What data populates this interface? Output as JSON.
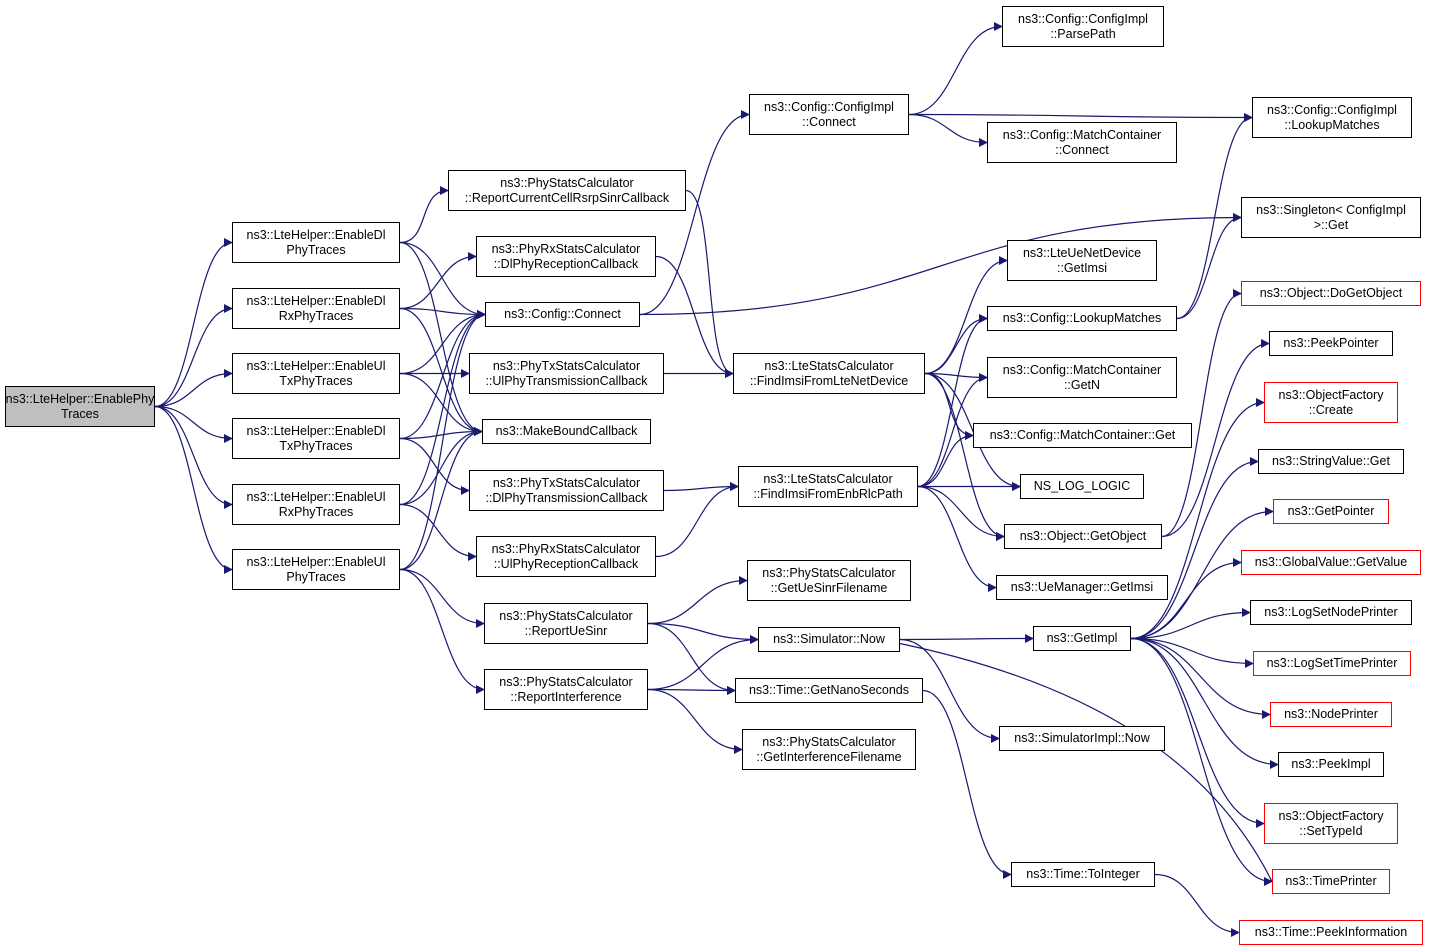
{
  "diagram": {
    "colors": {
      "edge": "#191970",
      "node_border": "#000000",
      "node_border_missing_docs": "#ff0000",
      "root_fill": "#bfbfbf"
    },
    "nodes": [
      {
        "id": "root",
        "lines": [
          "ns3::LteHelper::EnablePhy",
          "Traces"
        ],
        "root": true
      },
      {
        "id": "dl_phy",
        "lines": [
          "ns3::LteHelper::EnableDl",
          "PhyTraces"
        ]
      },
      {
        "id": "dl_rx",
        "lines": [
          "ns3::LteHelper::EnableDl",
          "RxPhyTraces"
        ]
      },
      {
        "id": "ul_tx",
        "lines": [
          "ns3::LteHelper::EnableUl",
          "TxPhyTraces"
        ]
      },
      {
        "id": "dl_tx",
        "lines": [
          "ns3::LteHelper::EnableDl",
          "TxPhyTraces"
        ]
      },
      {
        "id": "ul_rx",
        "lines": [
          "ns3::LteHelper::EnableUl",
          "RxPhyTraces"
        ]
      },
      {
        "id": "ul_phy",
        "lines": [
          "ns3::LteHelper::EnableUl",
          "PhyTraces"
        ]
      },
      {
        "id": "rep_rsrp",
        "lines": [
          "ns3::PhyStatsCalculator",
          "::ReportCurrentCellRsrpSinrCallback"
        ]
      },
      {
        "id": "dl_phy_rx_cb",
        "lines": [
          "ns3::PhyRxStatsCalculator",
          "::DlPhyReceptionCallback"
        ]
      },
      {
        "id": "cfg_connect",
        "lines": [
          "ns3::Config::Connect"
        ]
      },
      {
        "id": "ul_phy_tx_cb",
        "lines": [
          "ns3::PhyTxStatsCalculator",
          "::UlPhyTransmissionCallback"
        ]
      },
      {
        "id": "make_bound",
        "lines": [
          "ns3::MakeBoundCallback"
        ]
      },
      {
        "id": "dl_phy_tx_cb",
        "lines": [
          "ns3::PhyTxStatsCalculator",
          "::DlPhyTransmissionCallback"
        ]
      },
      {
        "id": "ul_phy_rx_cb",
        "lines": [
          "ns3::PhyRxStatsCalculator",
          "::UlPhyReceptionCallback"
        ]
      },
      {
        "id": "rep_ue_sinr",
        "lines": [
          "ns3::PhyStatsCalculator",
          "::ReportUeSinr"
        ]
      },
      {
        "id": "rep_interf",
        "lines": [
          "ns3::PhyStatsCalculator",
          "::ReportInterference"
        ]
      },
      {
        "id": "cfgimpl_connect",
        "lines": [
          "ns3::Config::ConfigImpl",
          "::Connect"
        ]
      },
      {
        "id": "find_lte",
        "lines": [
          "ns3::LteStatsCalculator",
          "::FindImsiFromLteNetDevice"
        ]
      },
      {
        "id": "find_enb",
        "lines": [
          "ns3::LteStatsCalculator",
          "::FindImsiFromEnbRlcPath"
        ]
      },
      {
        "id": "get_ue_sinr_fn",
        "lines": [
          "ns3::PhyStatsCalculator",
          "::GetUeSinrFilename"
        ]
      },
      {
        "id": "sim_now",
        "lines": [
          "ns3::Simulator::Now"
        ]
      },
      {
        "id": "get_nano",
        "lines": [
          "ns3::Time::GetNanoSeconds"
        ]
      },
      {
        "id": "get_interf_fn",
        "lines": [
          "ns3::PhyStatsCalculator",
          "::GetInterferenceFilename"
        ]
      },
      {
        "id": "parse_path",
        "lines": [
          "ns3::Config::ConfigImpl",
          "::ParsePath"
        ]
      },
      {
        "id": "mc_connect",
        "lines": [
          "ns3::Config::MatchContainer",
          "::Connect"
        ]
      },
      {
        "id": "ue_getimsi",
        "lines": [
          "ns3::LteUeNetDevice",
          "::GetImsi"
        ]
      },
      {
        "id": "cfg_lookup",
        "lines": [
          "ns3::Config::LookupMatches"
        ]
      },
      {
        "id": "mc_getn",
        "lines": [
          "ns3::Config::MatchContainer",
          "::GetN"
        ]
      },
      {
        "id": "mc_get",
        "lines": [
          "ns3::Config::MatchContainer::Get"
        ]
      },
      {
        "id": "ns_log",
        "lines": [
          "NS_LOG_LOGIC"
        ]
      },
      {
        "id": "obj_getobject",
        "lines": [
          "ns3::Object::GetObject"
        ]
      },
      {
        "id": "uemgr_getimsi",
        "lines": [
          "ns3::UeManager::GetImsi"
        ]
      },
      {
        "id": "get_impl",
        "lines": [
          "ns3::GetImpl"
        ]
      },
      {
        "id": "simimpl_now",
        "lines": [
          "ns3::SimulatorImpl::Now"
        ]
      },
      {
        "id": "time_tointeger",
        "lines": [
          "ns3::Time::ToInteger"
        ]
      },
      {
        "id": "cfgimpl_lookup",
        "lines": [
          "ns3::Config::ConfigImpl",
          "::LookupMatches"
        ]
      },
      {
        "id": "singleton_get",
        "lines": [
          "ns3::Singleton< ConfigImpl",
          ">::Get"
        ]
      },
      {
        "id": "obj_dogetobject",
        "lines": [
          "ns3::Object::DoGetObject"
        ],
        "missing_docs": true
      },
      {
        "id": "peek_pointer",
        "lines": [
          "ns3::PeekPointer"
        ]
      },
      {
        "id": "objfactory_create",
        "lines": [
          "ns3::ObjectFactory",
          "::Create"
        ],
        "missing_docs": true
      },
      {
        "id": "stringvalue_get",
        "lines": [
          "ns3::StringValue::Get"
        ]
      },
      {
        "id": "get_pointer",
        "lines": [
          "ns3::GetPointer"
        ],
        "missing_docs": true
      },
      {
        "id": "globalvalue_getvalue",
        "lines": [
          "ns3::GlobalValue::GetValue"
        ],
        "missing_docs": true
      },
      {
        "id": "logset_node",
        "lines": [
          "ns3::LogSetNodePrinter"
        ]
      },
      {
        "id": "logset_time",
        "lines": [
          "ns3::LogSetTimePrinter"
        ],
        "missing_docs": true
      },
      {
        "id": "node_printer",
        "lines": [
          "ns3::NodePrinter"
        ],
        "missing_docs": true
      },
      {
        "id": "peek_impl",
        "lines": [
          "ns3::PeekImpl"
        ]
      },
      {
        "id": "objfactory_settypeid",
        "lines": [
          "ns3::ObjectFactory",
          "::SetTypeId"
        ],
        "missing_docs": true
      },
      {
        "id": "time_printer",
        "lines": [
          "ns3::TimePrinter"
        ],
        "missing_docs": true
      },
      {
        "id": "time_peekinfo",
        "lines": [
          "ns3::Time::PeekInformation"
        ],
        "missing_docs": true
      }
    ],
    "edges": [
      [
        "root",
        "dl_phy"
      ],
      [
        "root",
        "dl_rx"
      ],
      [
        "root",
        "ul_tx"
      ],
      [
        "root",
        "dl_tx"
      ],
      [
        "root",
        "ul_rx"
      ],
      [
        "root",
        "ul_phy"
      ],
      [
        "dl_phy",
        "rep_rsrp"
      ],
      [
        "dl_phy",
        "cfg_connect"
      ],
      [
        "dl_phy",
        "make_bound"
      ],
      [
        "dl_rx",
        "dl_phy_rx_cb"
      ],
      [
        "dl_rx",
        "cfg_connect"
      ],
      [
        "dl_rx",
        "make_bound"
      ],
      [
        "ul_tx",
        "ul_phy_tx_cb"
      ],
      [
        "ul_tx",
        "cfg_connect"
      ],
      [
        "ul_tx",
        "make_bound"
      ],
      [
        "dl_tx",
        "dl_phy_tx_cb"
      ],
      [
        "dl_tx",
        "cfg_connect"
      ],
      [
        "dl_tx",
        "make_bound"
      ],
      [
        "ul_rx",
        "ul_phy_rx_cb"
      ],
      [
        "ul_rx",
        "cfg_connect"
      ],
      [
        "ul_rx",
        "make_bound"
      ],
      [
        "ul_phy",
        "rep_ue_sinr"
      ],
      [
        "ul_phy",
        "rep_interf"
      ],
      [
        "ul_phy",
        "cfg_connect"
      ],
      [
        "ul_phy",
        "make_bound"
      ],
      [
        "rep_rsrp",
        "find_lte"
      ],
      [
        "dl_phy_rx_cb",
        "find_lte"
      ],
      [
        "ul_phy_tx_cb",
        "find_lte"
      ],
      [
        "dl_phy_tx_cb",
        "find_enb"
      ],
      [
        "ul_phy_rx_cb",
        "find_enb"
      ],
      [
        "cfg_connect",
        "cfgimpl_connect"
      ],
      [
        "cfg_connect",
        "singleton_get"
      ],
      [
        "cfgimpl_connect",
        "parse_path"
      ],
      [
        "cfgimpl_connect",
        "mc_connect"
      ],
      [
        "cfgimpl_connect",
        "cfgimpl_lookup"
      ],
      [
        "find_lte",
        "ue_getimsi"
      ],
      [
        "find_lte",
        "cfg_lookup"
      ],
      [
        "find_lte",
        "mc_getn"
      ],
      [
        "find_lte",
        "mc_get"
      ],
      [
        "find_lte",
        "ns_log"
      ],
      [
        "find_lte",
        "obj_getobject"
      ],
      [
        "find_enb",
        "cfg_lookup"
      ],
      [
        "find_enb",
        "mc_getn"
      ],
      [
        "find_enb",
        "mc_get"
      ],
      [
        "find_enb",
        "ns_log"
      ],
      [
        "find_enb",
        "obj_getobject"
      ],
      [
        "find_enb",
        "uemgr_getimsi"
      ],
      [
        "cfg_lookup",
        "cfgimpl_lookup"
      ],
      [
        "cfg_lookup",
        "singleton_get"
      ],
      [
        "obj_getobject",
        "obj_dogetobject"
      ],
      [
        "obj_getobject",
        "peek_pointer"
      ],
      [
        "rep_ue_sinr",
        "get_ue_sinr_fn"
      ],
      [
        "rep_ue_sinr",
        "sim_now"
      ],
      [
        "rep_ue_sinr",
        "get_nano"
      ],
      [
        "rep_interf",
        "sim_now"
      ],
      [
        "rep_interf",
        "get_nano"
      ],
      [
        "rep_interf",
        "get_interf_fn"
      ],
      [
        "sim_now",
        "get_impl"
      ],
      [
        "sim_now",
        "simimpl_now"
      ],
      [
        "get_nano",
        "time_tointeger"
      ],
      [
        "time_tointeger",
        "time_peekinfo"
      ],
      [
        "get_impl",
        "objfactory_create"
      ],
      [
        "get_impl",
        "stringvalue_get"
      ],
      [
        "get_impl",
        "get_pointer"
      ],
      [
        "get_impl",
        "globalvalue_getvalue"
      ],
      [
        "get_impl",
        "logset_node"
      ],
      [
        "get_impl",
        "logset_time"
      ],
      [
        "get_impl",
        "node_printer"
      ],
      [
        "get_impl",
        "peek_impl"
      ],
      [
        "get_impl",
        "objfactory_settypeid"
      ],
      [
        "get_impl",
        "time_printer"
      ],
      [
        "time_printer",
        "sim_now"
      ]
    ]
  }
}
